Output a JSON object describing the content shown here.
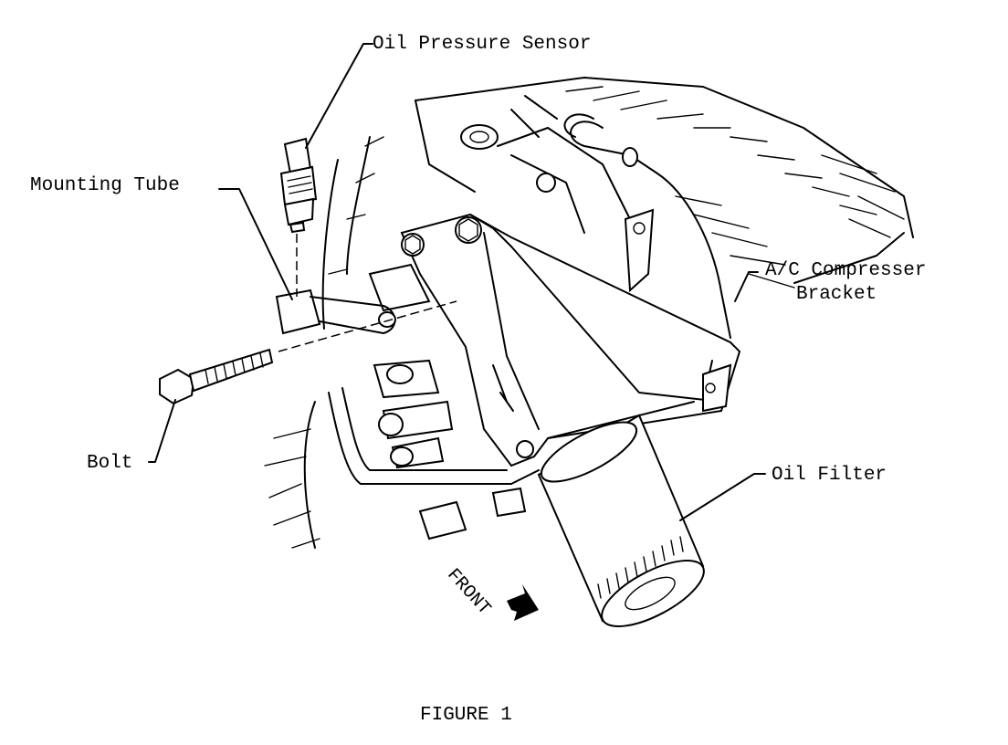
{
  "figure": {
    "caption": "FIGURE 1",
    "labels": {
      "oil_pressure_sensor": "Oil Pressure Sensor",
      "mounting_tube": "Mounting Tube",
      "ac_compressor_bracket_line1": "A/C Compresser",
      "ac_compressor_bracket_line2": "Bracket",
      "bolt": "Bolt",
      "oil_filter": "Oil Filter",
      "front": "FRONT"
    }
  }
}
